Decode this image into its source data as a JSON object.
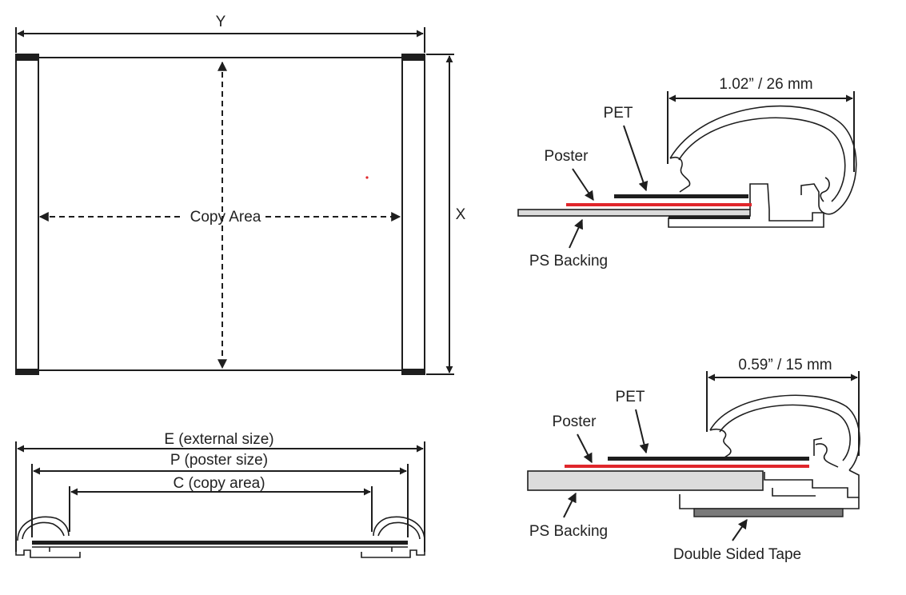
{
  "front_view": {
    "width_label": "Y",
    "height_label": "X",
    "copy_area_label": "Copy Area"
  },
  "bottom_view": {
    "external_label": "E (external size)",
    "poster_label": "P (poster size)",
    "copy_label": "C (copy area)"
  },
  "profile_large": {
    "dimension_label": "1.02” / 26 mm",
    "pet_label": "PET",
    "poster_label": "Poster",
    "backing_label": "PS Backing"
  },
  "profile_small": {
    "dimension_label": "0.59” / 15 mm",
    "pet_label": "PET",
    "poster_label": "Poster",
    "backing_label": "PS Backing",
    "tape_label": "Double Sided Tape"
  },
  "colors": {
    "line": "#1e1e1e",
    "poster": "#e0262b",
    "backing": "#dcdcdc",
    "tape": "#7a7a7a"
  }
}
